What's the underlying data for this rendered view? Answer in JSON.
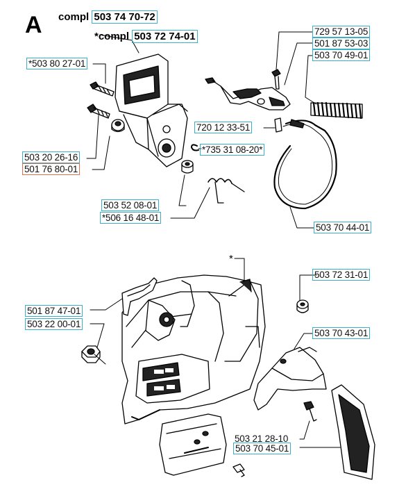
{
  "section_letter": "A",
  "header": {
    "compl_label": "compl",
    "compl_part": "503 74 70-72",
    "sub_compl_label": "*compl",
    "sub_compl_part": "503 72 74-01"
  },
  "asterisk": "*",
  "parts": {
    "p1": "*503 80 27-01",
    "p2": "503 20 26-16",
    "p3": "501 76 80-01",
    "p4": "720 12 33-51",
    "p5": "*735 31 08-20*",
    "p6": "729 57 13-05",
    "p7": "501 87 53-03",
    "p8": "503 70 49-01",
    "p9": "503 52 08-01",
    "p10": "*506 16 48-01",
    "p11": "503 70 44-01",
    "p12": "503 72 31-01",
    "p13": "501 87 47-01",
    "p14": "503 22 00-01",
    "p15": "503 70 43-01",
    "p16": "503 21 28-10",
    "p17": "503 70 45-01"
  }
}
